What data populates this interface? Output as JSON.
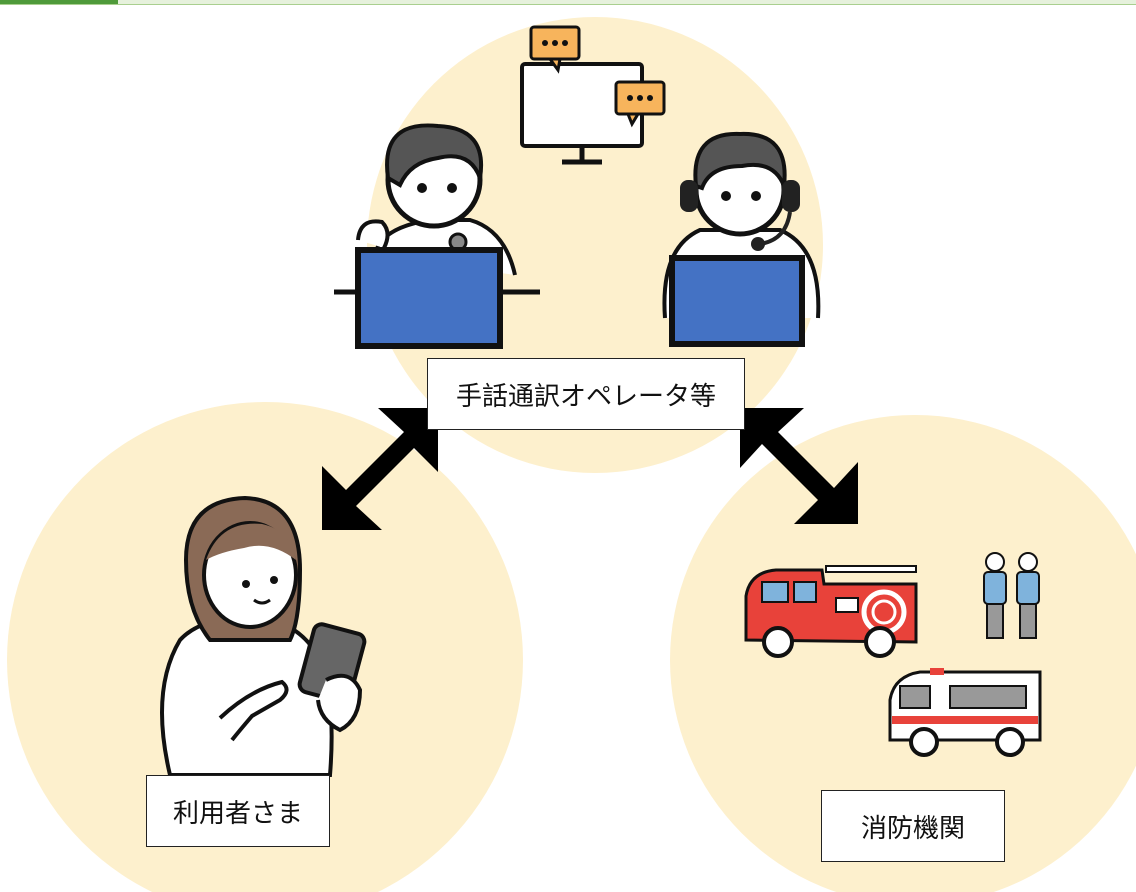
{
  "labels": {
    "operator": "手話通訳オペレータ等",
    "user": "利用者さま",
    "fire": "消防機関"
  },
  "colors": {
    "circle_fill": "#fdf0cd",
    "laptop_blue": "#4472c4",
    "bubble_orange": "#f7b45c",
    "truck_red": "#e8423a",
    "skin": "#ffffff",
    "hair_brown": "#8a6a56",
    "outline": "#111111",
    "uniform_blue": "#7fb3dc"
  },
  "icons": {
    "operator_group": "sign-language-operators-icon",
    "user": "woman-with-smartphone-icon",
    "emergency": "fire-truck-and-ambulance-icon"
  }
}
